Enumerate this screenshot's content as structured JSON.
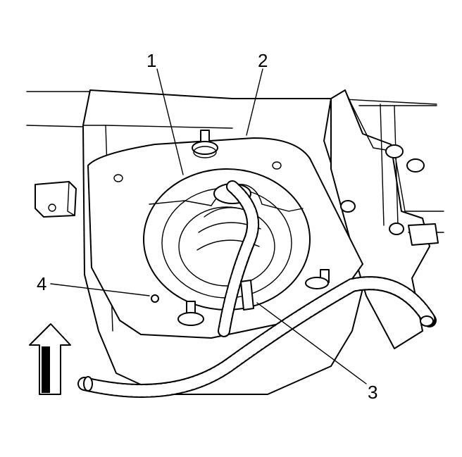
{
  "figure": {
    "callouts": [
      {
        "id": "callout-1",
        "label": "1"
      },
      {
        "id": "callout-2",
        "label": "2"
      },
      {
        "id": "callout-3",
        "label": "3"
      },
      {
        "id": "callout-4",
        "label": "4"
      }
    ],
    "front_arrow_icon": "up-arrow-icon",
    "colors": {
      "line": "#000000",
      "background": "#ffffff"
    }
  }
}
